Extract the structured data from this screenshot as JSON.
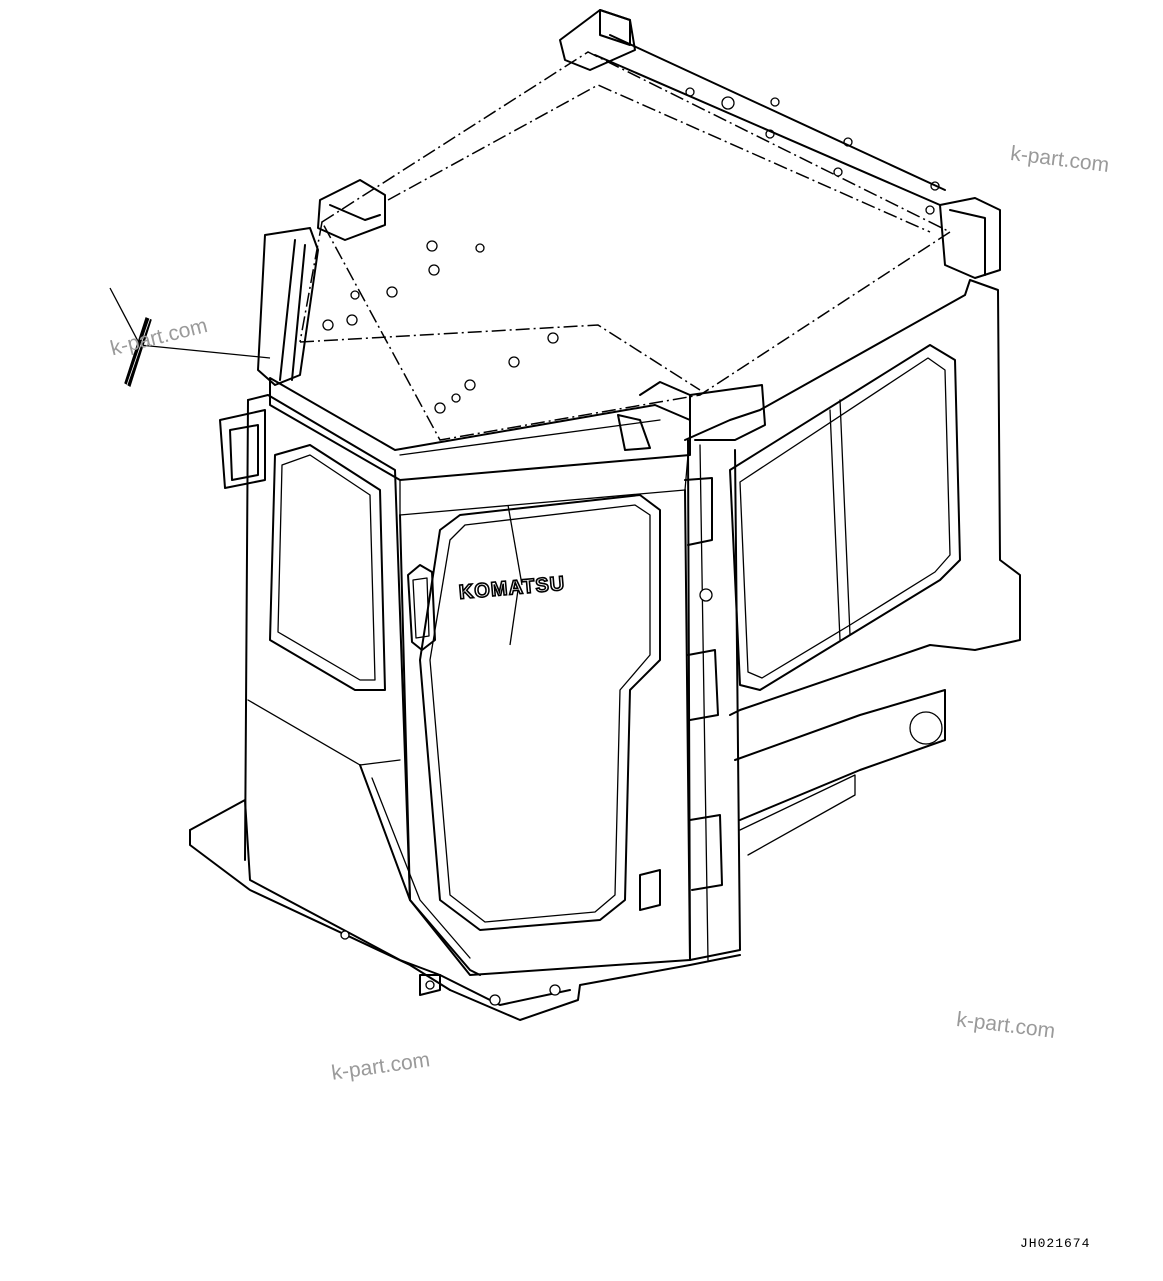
{
  "diagram": {
    "drawing_number": "JH021674",
    "logo_label": "KOMATSU",
    "watermarks": [
      "k-part.com",
      "k-part.com",
      "k-part.com",
      "k-part.com"
    ]
  }
}
